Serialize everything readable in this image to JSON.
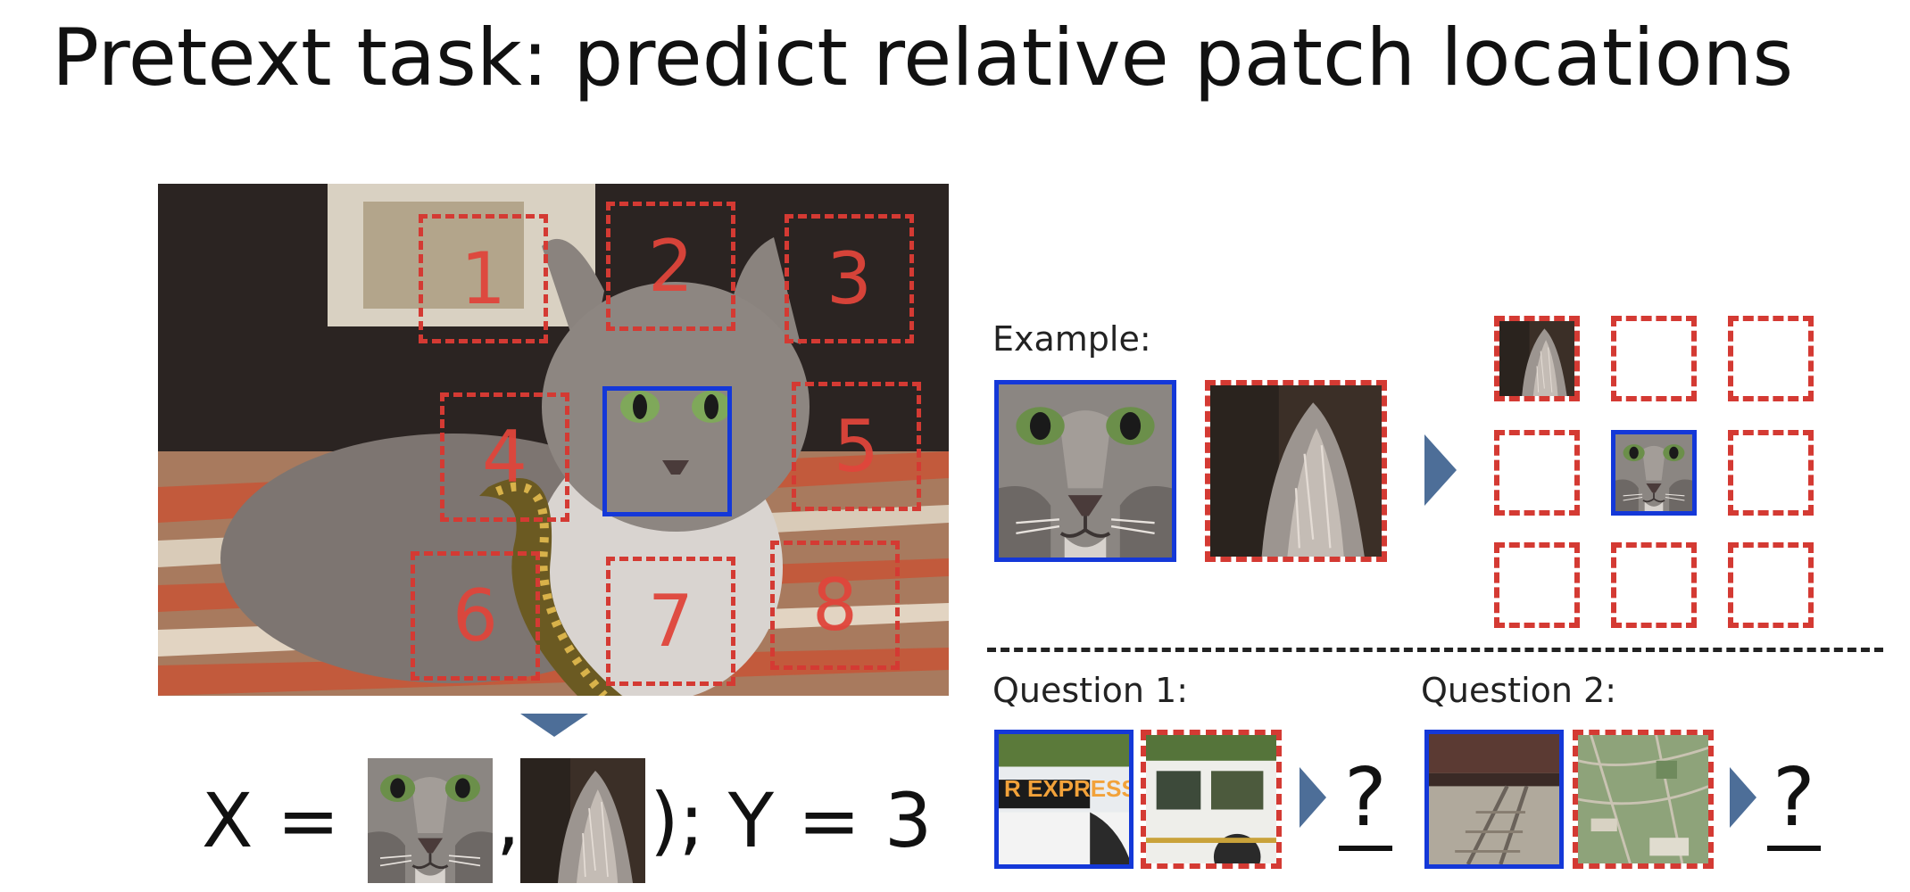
{
  "title": "Pretext task: predict relative patch locations",
  "photo": {
    "patch_labels": [
      "1",
      "2",
      "3",
      "4",
      "5",
      "6",
      "7",
      "8"
    ]
  },
  "equation": {
    "prefix": "X = (",
    "separator": ",",
    "suffix": "); Y = 3"
  },
  "example": {
    "label": "Example:"
  },
  "questions": [
    {
      "label": "Question 1:",
      "answer": "?",
      "sign_text": "R EXPRESS"
    },
    {
      "label": "Question 2:",
      "answer": "?"
    }
  ],
  "colors": {
    "patch_dashed": "#d43a33",
    "center_patch": "#1438d8",
    "arrow": "#4d6e98"
  },
  "icons": {
    "arrow_down": "triangle-down-icon",
    "arrow_right": "triangle-right-icon"
  }
}
